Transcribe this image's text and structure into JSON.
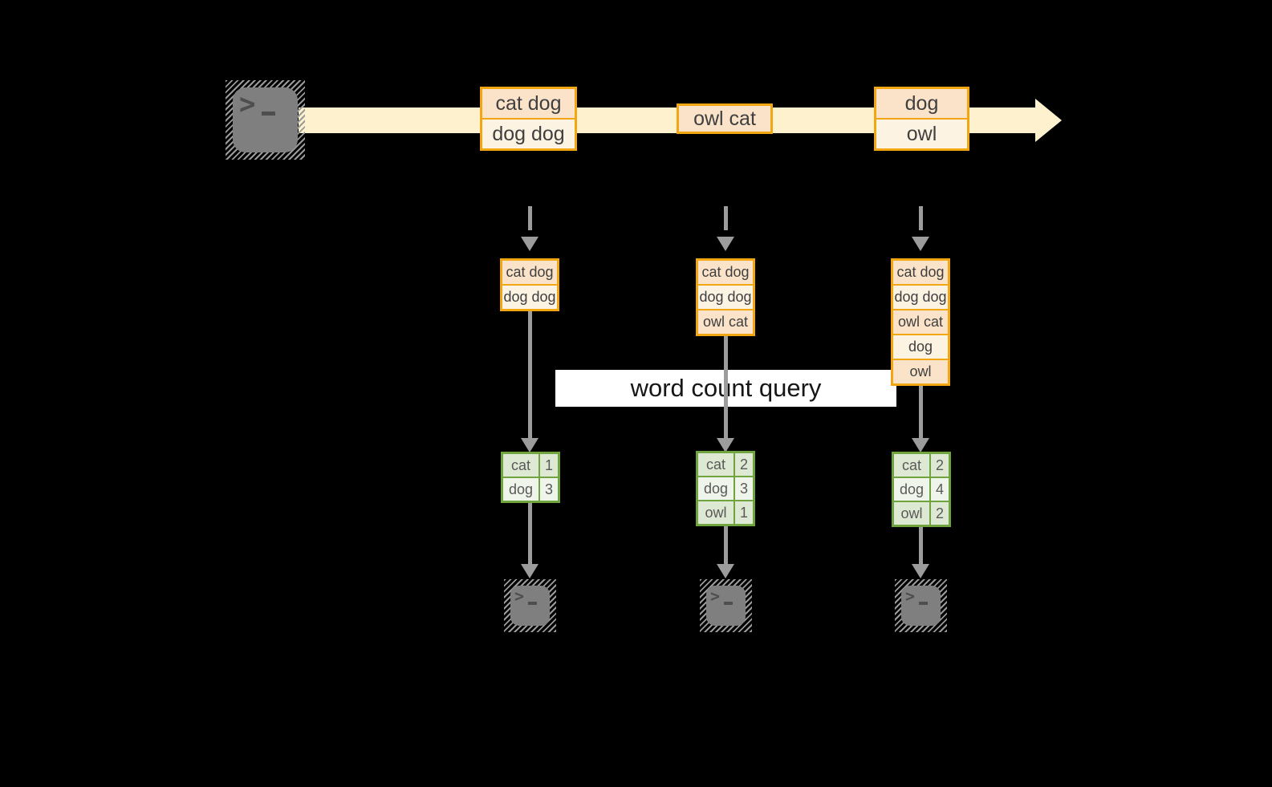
{
  "diagram": {
    "title_label": "word count query",
    "timeline_batches": [
      {
        "rows": [
          "cat dog",
          "dog dog"
        ]
      },
      {
        "rows": [
          "owl cat"
        ]
      },
      {
        "rows": [
          "dog",
          "owl"
        ]
      }
    ],
    "columns": [
      {
        "stream_window": [
          "cat dog",
          "dog dog"
        ],
        "counts": [
          {
            "word": "cat",
            "count": "1"
          },
          {
            "word": "dog",
            "count": "3"
          }
        ]
      },
      {
        "stream_window": [
          "cat dog",
          "dog dog",
          "owl cat"
        ],
        "counts": [
          {
            "word": "cat",
            "count": "2"
          },
          {
            "word": "dog",
            "count": "3"
          },
          {
            "word": "owl",
            "count": "1"
          }
        ]
      },
      {
        "stream_window": [
          "cat dog",
          "dog dog",
          "owl cat",
          "dog",
          "owl"
        ],
        "counts": [
          {
            "word": "cat",
            "count": "2"
          },
          {
            "word": "dog",
            "count": "4"
          },
          {
            "word": "owl",
            "count": "2"
          }
        ]
      }
    ],
    "icons": {
      "source": "terminal-prompt-icon",
      "stream_arrow": "right-arrow-icon",
      "sinks": [
        "terminal-prompt-icon",
        "terminal-prompt-icon",
        "terminal-prompt-icon"
      ]
    },
    "terminal_glyph": ">",
    "colors": {
      "background": "#000000",
      "stream_band": "#FDF1CE",
      "box_border": "#F2A712",
      "box_fill_dark": "#FAE3C9",
      "box_fill_light": "#FDF3E3",
      "table_border": "#6FA43F",
      "table_fill_dark": "#DEE9D4",
      "table_fill_light": "#F0F5EB",
      "arrow": "#9C9C9C",
      "terminal_fill": "#7F7F7F",
      "label_bg": "#FFFFFF"
    }
  }
}
